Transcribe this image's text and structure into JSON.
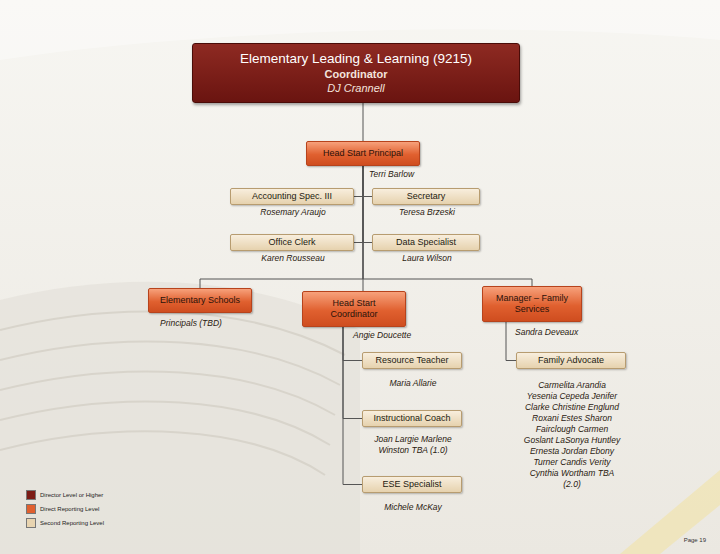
{
  "diagram": {
    "nodes": [
      {
        "text": [
          "Elementary Leading & Learning (9215)",
          "Coordinator",
          "DJ Crannell"
        ]
      },
      {
        "text": [
          "Head Start Principal",
          "Terri Barlow"
        ]
      },
      {
        "text": [
          "Accounting Spec. III",
          "Rosemary Araujo"
        ]
      },
      {
        "text": [
          "Secretary",
          "Teresa Brzeski"
        ]
      },
      {
        "text": [
          "Office Clerk",
          "Karen Rousseau"
        ]
      },
      {
        "text": [
          "Data Specialist",
          "Laura Wilson"
        ]
      },
      {
        "text": [
          "Elementary Schools",
          "Principals (TBD)"
        ]
      },
      {
        "text": [
          "Head Start Coordinator",
          "Angie Doucette"
        ]
      },
      {
        "text": [
          "Manager – Family Services",
          "Sandra Deveaux"
        ]
      },
      {
        "text": [
          "Resource Teacher",
          "Maria Allarie"
        ]
      },
      {
        "text": [
          "Instructional Coach",
          "Joan Largie Marlene Winston TBA (1.0)"
        ]
      },
      {
        "text": [
          "ESE Specialist",
          "Michele McKay"
        ]
      },
      {
        "text": [
          "Family Advocate",
          "Carmelita Arandia Yesenia Cepeda Jenifer Clarke Christine Englund Roxani Estes Sharon Fairclough Carmen Goslant LaSonya Huntley Ernesta Jordan Ebony Turner Candis Verity Cynthia Wortham TBA (2.0)"
        ]
      }
    ],
    "edges": [
      {
        "from": 0,
        "to": 1,
        "arrow": "none"
      },
      {
        "from": 1,
        "to": 2,
        "arrow": "none"
      },
      {
        "from": 1,
        "to": 3,
        "arrow": "none"
      },
      {
        "from": 1,
        "to": 4,
        "arrow": "none"
      },
      {
        "from": 1,
        "to": 5,
        "arrow": "none"
      },
      {
        "from": 1,
        "to": 6,
        "arrow": "none"
      },
      {
        "from": 1,
        "to": 7,
        "arrow": "none"
      },
      {
        "from": 1,
        "to": 8,
        "arrow": "none"
      },
      {
        "from": 7,
        "to": 9,
        "arrow": "none"
      },
      {
        "from": 7,
        "to": 10,
        "arrow": "none"
      },
      {
        "from": 7,
        "to": 11,
        "arrow": "none"
      },
      {
        "from": 8,
        "to": 12,
        "arrow": "none"
      }
    ],
    "labels": [
      "Page 19"
    ],
    "legend": [
      {
        "text": "Director Level or Higher",
        "color": "#7b1c16"
      },
      {
        "text": "Direct Reporting Level",
        "color": "#e0602f"
      },
      {
        "text": "Second Reporting Level",
        "color": "#e8d4b0"
      }
    ]
  }
}
